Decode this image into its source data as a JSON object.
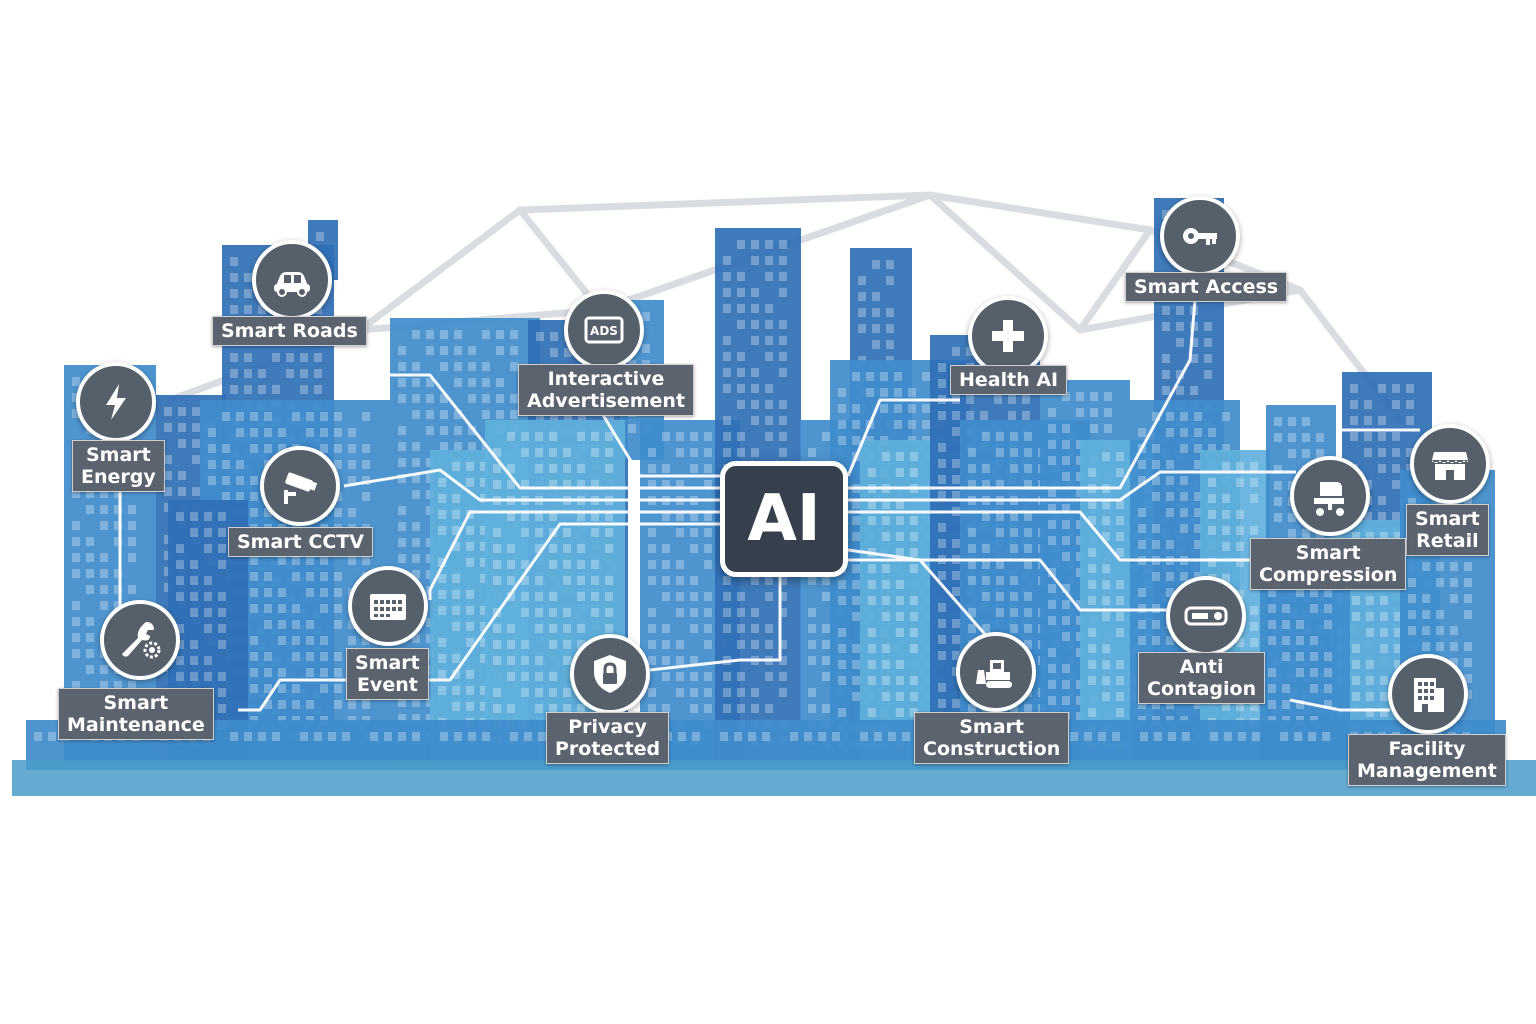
{
  "colors": {
    "building_dark": "#2f6fb5",
    "building_mid": "#3f8ccc",
    "building_light": "#5fb0dc",
    "label_bg": "#5a636e",
    "icon_bg": "#56606b",
    "chip_bg": "#35404c",
    "circuit_line": "#ffffff",
    "mesh_line": "#d9dde2"
  },
  "center": {
    "label": "AI"
  },
  "nodes": [
    {
      "id": "smart-roads",
      "icon": "car-icon",
      "lines": [
        "Smart Roads"
      ]
    },
    {
      "id": "smart-energy",
      "icon": "lightning-icon",
      "lines": [
        "Smart",
        "Energy"
      ]
    },
    {
      "id": "smart-cctv",
      "icon": "cctv-camera-icon",
      "lines": [
        "Smart CCTV"
      ]
    },
    {
      "id": "interactive-advertisement",
      "icon": "ads-icon",
      "icon_text": "ADS",
      "lines": [
        "Interactive",
        "Advertisement"
      ]
    },
    {
      "id": "health-ai",
      "icon": "medical-cross-icon",
      "lines": [
        "Health AI"
      ]
    },
    {
      "id": "smart-access",
      "icon": "key-icon",
      "lines": [
        "Smart Access"
      ]
    },
    {
      "id": "smart-retail",
      "icon": "storefront-icon",
      "lines": [
        "Smart",
        "Retail"
      ]
    },
    {
      "id": "smart-compression",
      "icon": "compression-icon",
      "lines": [
        "Smart",
        "Compression"
      ]
    },
    {
      "id": "smart-event",
      "icon": "calendar-icon",
      "lines": [
        "Smart",
        "Event"
      ]
    },
    {
      "id": "smart-maintenance",
      "icon": "wrench-gear-icon",
      "lines": [
        "Smart",
        "Maintenance"
      ]
    },
    {
      "id": "privacy-protected",
      "icon": "shield-lock-icon",
      "lines": [
        "Privacy",
        "Protected"
      ]
    },
    {
      "id": "smart-construction",
      "icon": "bulldozer-icon",
      "lines": [
        "Smart",
        "Construction"
      ]
    },
    {
      "id": "anti-contagion",
      "icon": "thermal-scanner-icon",
      "lines": [
        "Anti",
        "Contagion"
      ]
    },
    {
      "id": "facility-management",
      "icon": "office-building-icon",
      "lines": [
        "Facility",
        "Management"
      ]
    }
  ]
}
